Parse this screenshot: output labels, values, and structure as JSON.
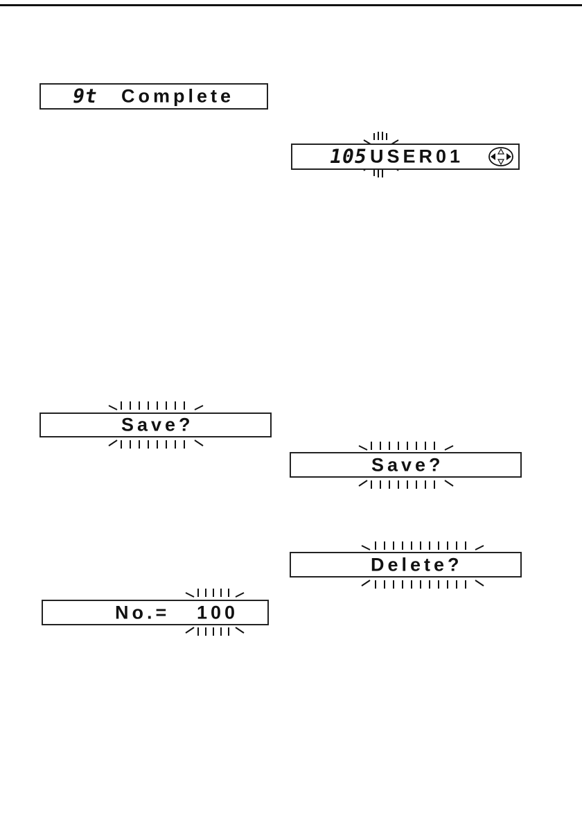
{
  "displays": {
    "complete": {
      "seg": "9t",
      "text": "Complete"
    },
    "user": {
      "seg": "105",
      "text": "USER01"
    },
    "save_left": {
      "text": "Save?"
    },
    "save_right": {
      "text": "Save?"
    },
    "delete": {
      "text": "Delete?"
    },
    "number": {
      "label": "No.=",
      "value": "100"
    }
  },
  "icons": [
    "cursor-arrows-icon",
    "blink-indicator-icon"
  ]
}
